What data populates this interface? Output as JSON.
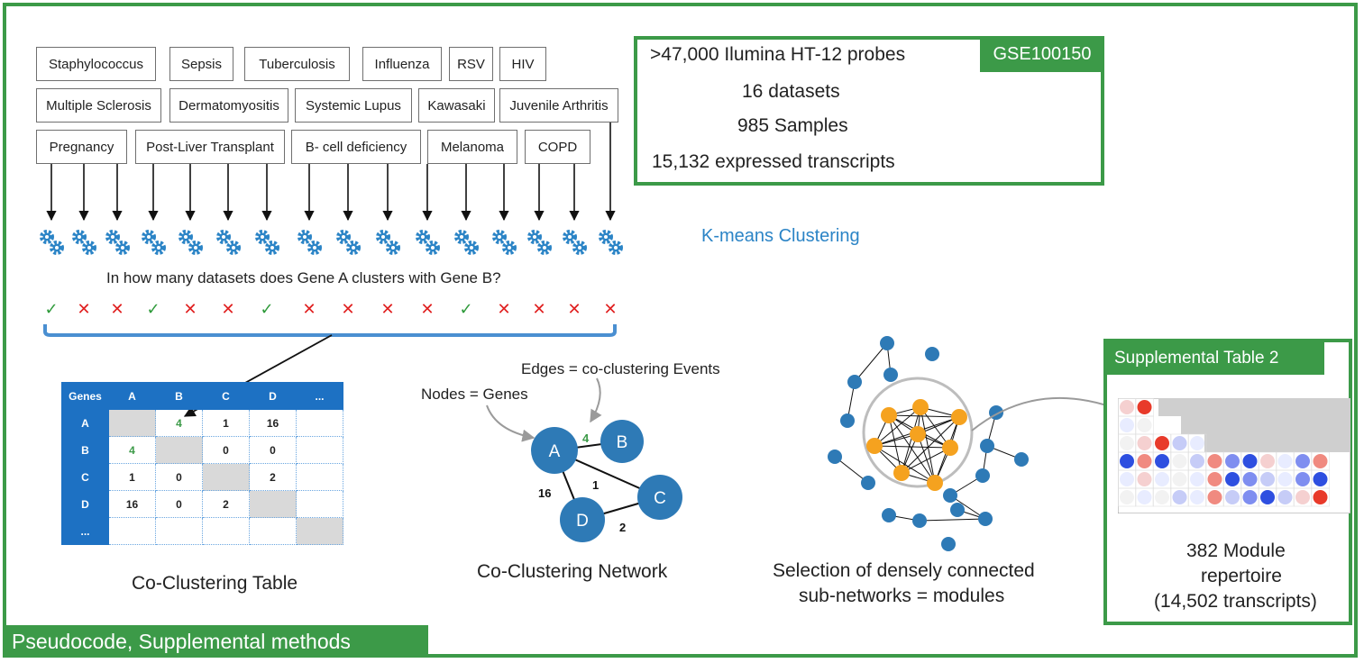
{
  "diseases": {
    "row1": [
      "Staphylococcus",
      "Sepsis",
      "Tuberculosis",
      "Influenza",
      "RSV",
      "HIV"
    ],
    "row2": [
      "Multiple Sclerosis",
      "Dermatomyositis",
      "Systemic Lupus",
      "Kawasaki",
      "Juvenile Arthritis"
    ],
    "row3": [
      "Pregnancy",
      "Post-Liver Transplant",
      "B- cell deficiency",
      "Melanoma",
      "COPD"
    ]
  },
  "stats": {
    "probes": ">47,000 Ilumina HT-12 probes",
    "datasets": "16 datasets",
    "samples": "985 Samples",
    "transcripts": "15,132 expressed  transcripts",
    "gse": "GSE100150"
  },
  "kmeans_label": "K-means Clustering",
  "question": "In how many datasets does Gene A clusters with Gene B?",
  "cluster_results": [
    "✓",
    "✕",
    "✕",
    "✓",
    "✕",
    "✕",
    "✓",
    "✕",
    "✕",
    "✕",
    "✕",
    "✓",
    "✕",
    "✕",
    "✕",
    "✕"
  ],
  "table": {
    "header": [
      "Genes",
      "A",
      "B",
      "C",
      "D",
      "..."
    ],
    "rows": [
      [
        "A",
        "",
        "4",
        "1",
        "16",
        ""
      ],
      [
        "B",
        "4",
        "",
        "0",
        "0",
        ""
      ],
      [
        "C",
        "1",
        "0",
        "",
        "2",
        ""
      ],
      [
        "D",
        "16",
        "0",
        "2",
        "",
        ""
      ],
      [
        "...",
        "",
        "",
        "",
        "",
        ""
      ]
    ],
    "caption": "Co-Clustering Table"
  },
  "network": {
    "edges_label": "Edges = co-clustering Events",
    "nodes_label": "Nodes = Genes",
    "nodes": [
      "A",
      "B",
      "C",
      "D"
    ],
    "weights": {
      "ab": "4",
      "ac": "1",
      "ad": "16",
      "dc": "2"
    },
    "caption": "Co-Clustering Network"
  },
  "modules": {
    "caption_line1": "Selection of densely connected",
    "caption_line2": "sub-networks = modules"
  },
  "supplemental": {
    "title": "Supplemental Table 2",
    "line1": "382 Module",
    "line2": "repertoire",
    "line3": "(14,502 transcripts)"
  },
  "footer": "Pseudocode, Supplemental methods",
  "colors": {
    "frame_green": "#3c9a48",
    "table_blue": "#1d71c3",
    "node_blue": "#2e7ab6",
    "module_orange": "#f5a21f",
    "gear_blue": "#2b84c6",
    "check_green": "#2e9a3a",
    "cross_red": "#e02020"
  }
}
